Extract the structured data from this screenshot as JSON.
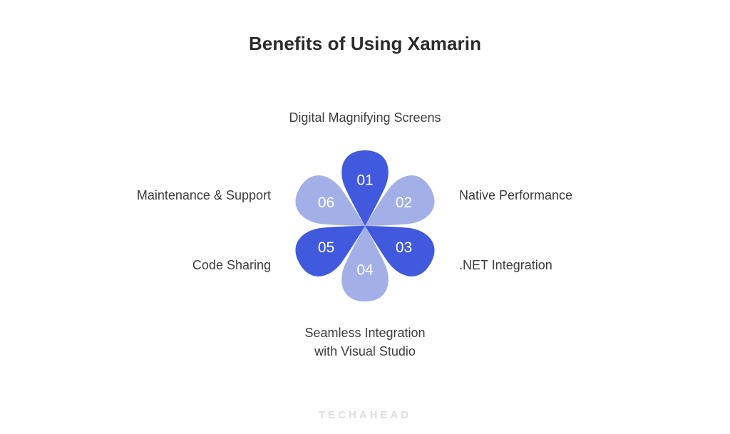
{
  "slide": {
    "title": "Benefits of Using Xamarin",
    "background_color": "#ffffff",
    "watermark": "TECHAHEAD"
  },
  "theme": {
    "petal_dark": "#4159dc",
    "petal_light": "#a3b0e8",
    "title_color": "#2b2b2b",
    "label_color": "#3c3c3c",
    "watermark_color": "#dddddd"
  },
  "chart_data": {
    "type": "pie",
    "title": "Benefits of Using Xamarin",
    "subtitle": "",
    "layout": "six-petal radial flower, petals spaced 60 degrees apart around a shared center point",
    "legend_position": "outside each petal",
    "categories": [
      "Digital Magnifying Screens",
      "Native Performance",
      ".NET Integration",
      "Seamless Integration with Visual Studio",
      "Code Sharing",
      "Maintenance & Support"
    ],
    "values": [
      1,
      1,
      1,
      1,
      1,
      1
    ],
    "petals": [
      {
        "number": "01",
        "label": "Digital Magnifying Screens",
        "label_lines": [
          "Digital Magnifying Screens"
        ],
        "color": "#4159dc",
        "angle_deg": 0,
        "position": "top"
      },
      {
        "number": "02",
        "label": "Native Performance",
        "label_lines": [
          "Native Performance"
        ],
        "color": "#a3b0e8",
        "angle_deg": 60,
        "position": "upper-right"
      },
      {
        "number": "03",
        "label": ".NET Integration",
        "label_lines": [
          ".NET Integration"
        ],
        "color": "#4159dc",
        "angle_deg": 120,
        "position": "lower-right"
      },
      {
        "number": "04",
        "label": "Seamless Integration with Visual Studio",
        "label_lines": [
          "Seamless Integration",
          "with Visual Studio"
        ],
        "color": "#a3b0e8",
        "angle_deg": 180,
        "position": "bottom"
      },
      {
        "number": "05",
        "label": "Code Sharing",
        "label_lines": [
          "Code Sharing"
        ],
        "color": "#4159dc",
        "angle_deg": 240,
        "position": "lower-left"
      },
      {
        "number": "06",
        "label": "Maintenance & Support",
        "label_lines": [
          "Maintenance & Support"
        ],
        "color": "#a3b0e8",
        "angle_deg": 300,
        "position": "upper-left"
      }
    ]
  }
}
